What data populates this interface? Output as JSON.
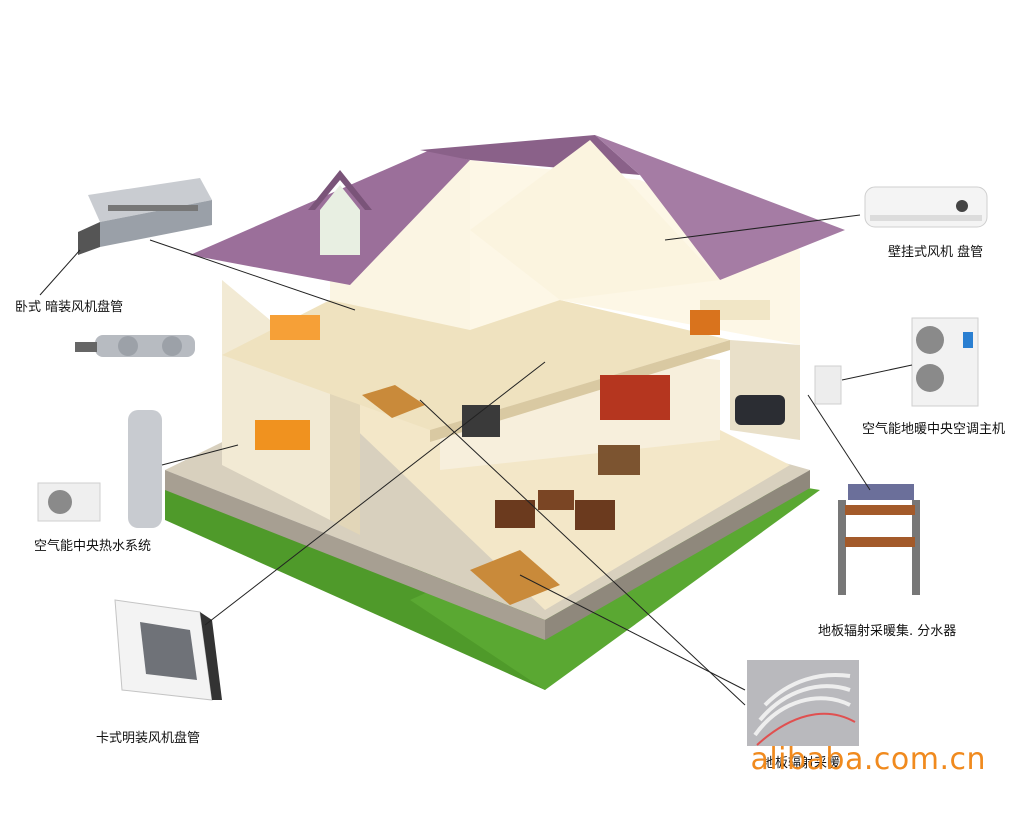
{
  "labels": {
    "horizontal_concealed_fcu": "卧式 暗装风机盘管",
    "wall_mounted_fcu": "壁挂式风机 盘管",
    "air_source_main_unit": "空气能地暖中央空调主机",
    "air_source_hot_water": "空气能中央热水系统",
    "floor_heating_manifold": "地板辐射采暖集. 分水器",
    "cassette_fcu": "卡式明装风机盘管",
    "floor_heating_coil": "地板辐射采暖"
  },
  "watermark": "alibaba.com.cn",
  "colors": {
    "roof": "#9b6f9a",
    "roof_dark": "#7a5479",
    "wall": "#f7f0dc",
    "wall_shade": "#e7dcc0",
    "floor": "#efe3c2",
    "grass": "#4f9a2a",
    "foundation": "#b9b2a6",
    "watermark": "#f08a1e"
  }
}
